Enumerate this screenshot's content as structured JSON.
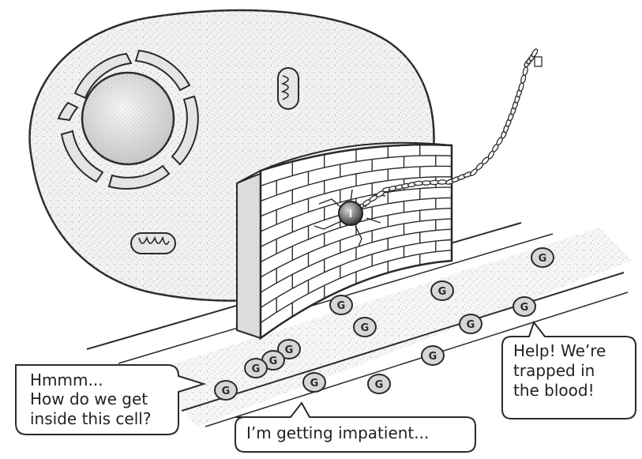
{
  "speech_bubbles": {
    "left": "Hmmm...\nHow do we get\ninside this cell?",
    "middle": "I’m getting impatient...",
    "right": "Help! We’re\ntrapped in\nthe blood!"
  },
  "labels": {
    "insulin": "I",
    "glucose": "G"
  },
  "colors": {
    "ink": "#2a2a2a",
    "cell_fill": "#f1f1f1",
    "stipple": "#9a9a9a",
    "wall": "#ffffff",
    "background": "#ffffff"
  }
}
